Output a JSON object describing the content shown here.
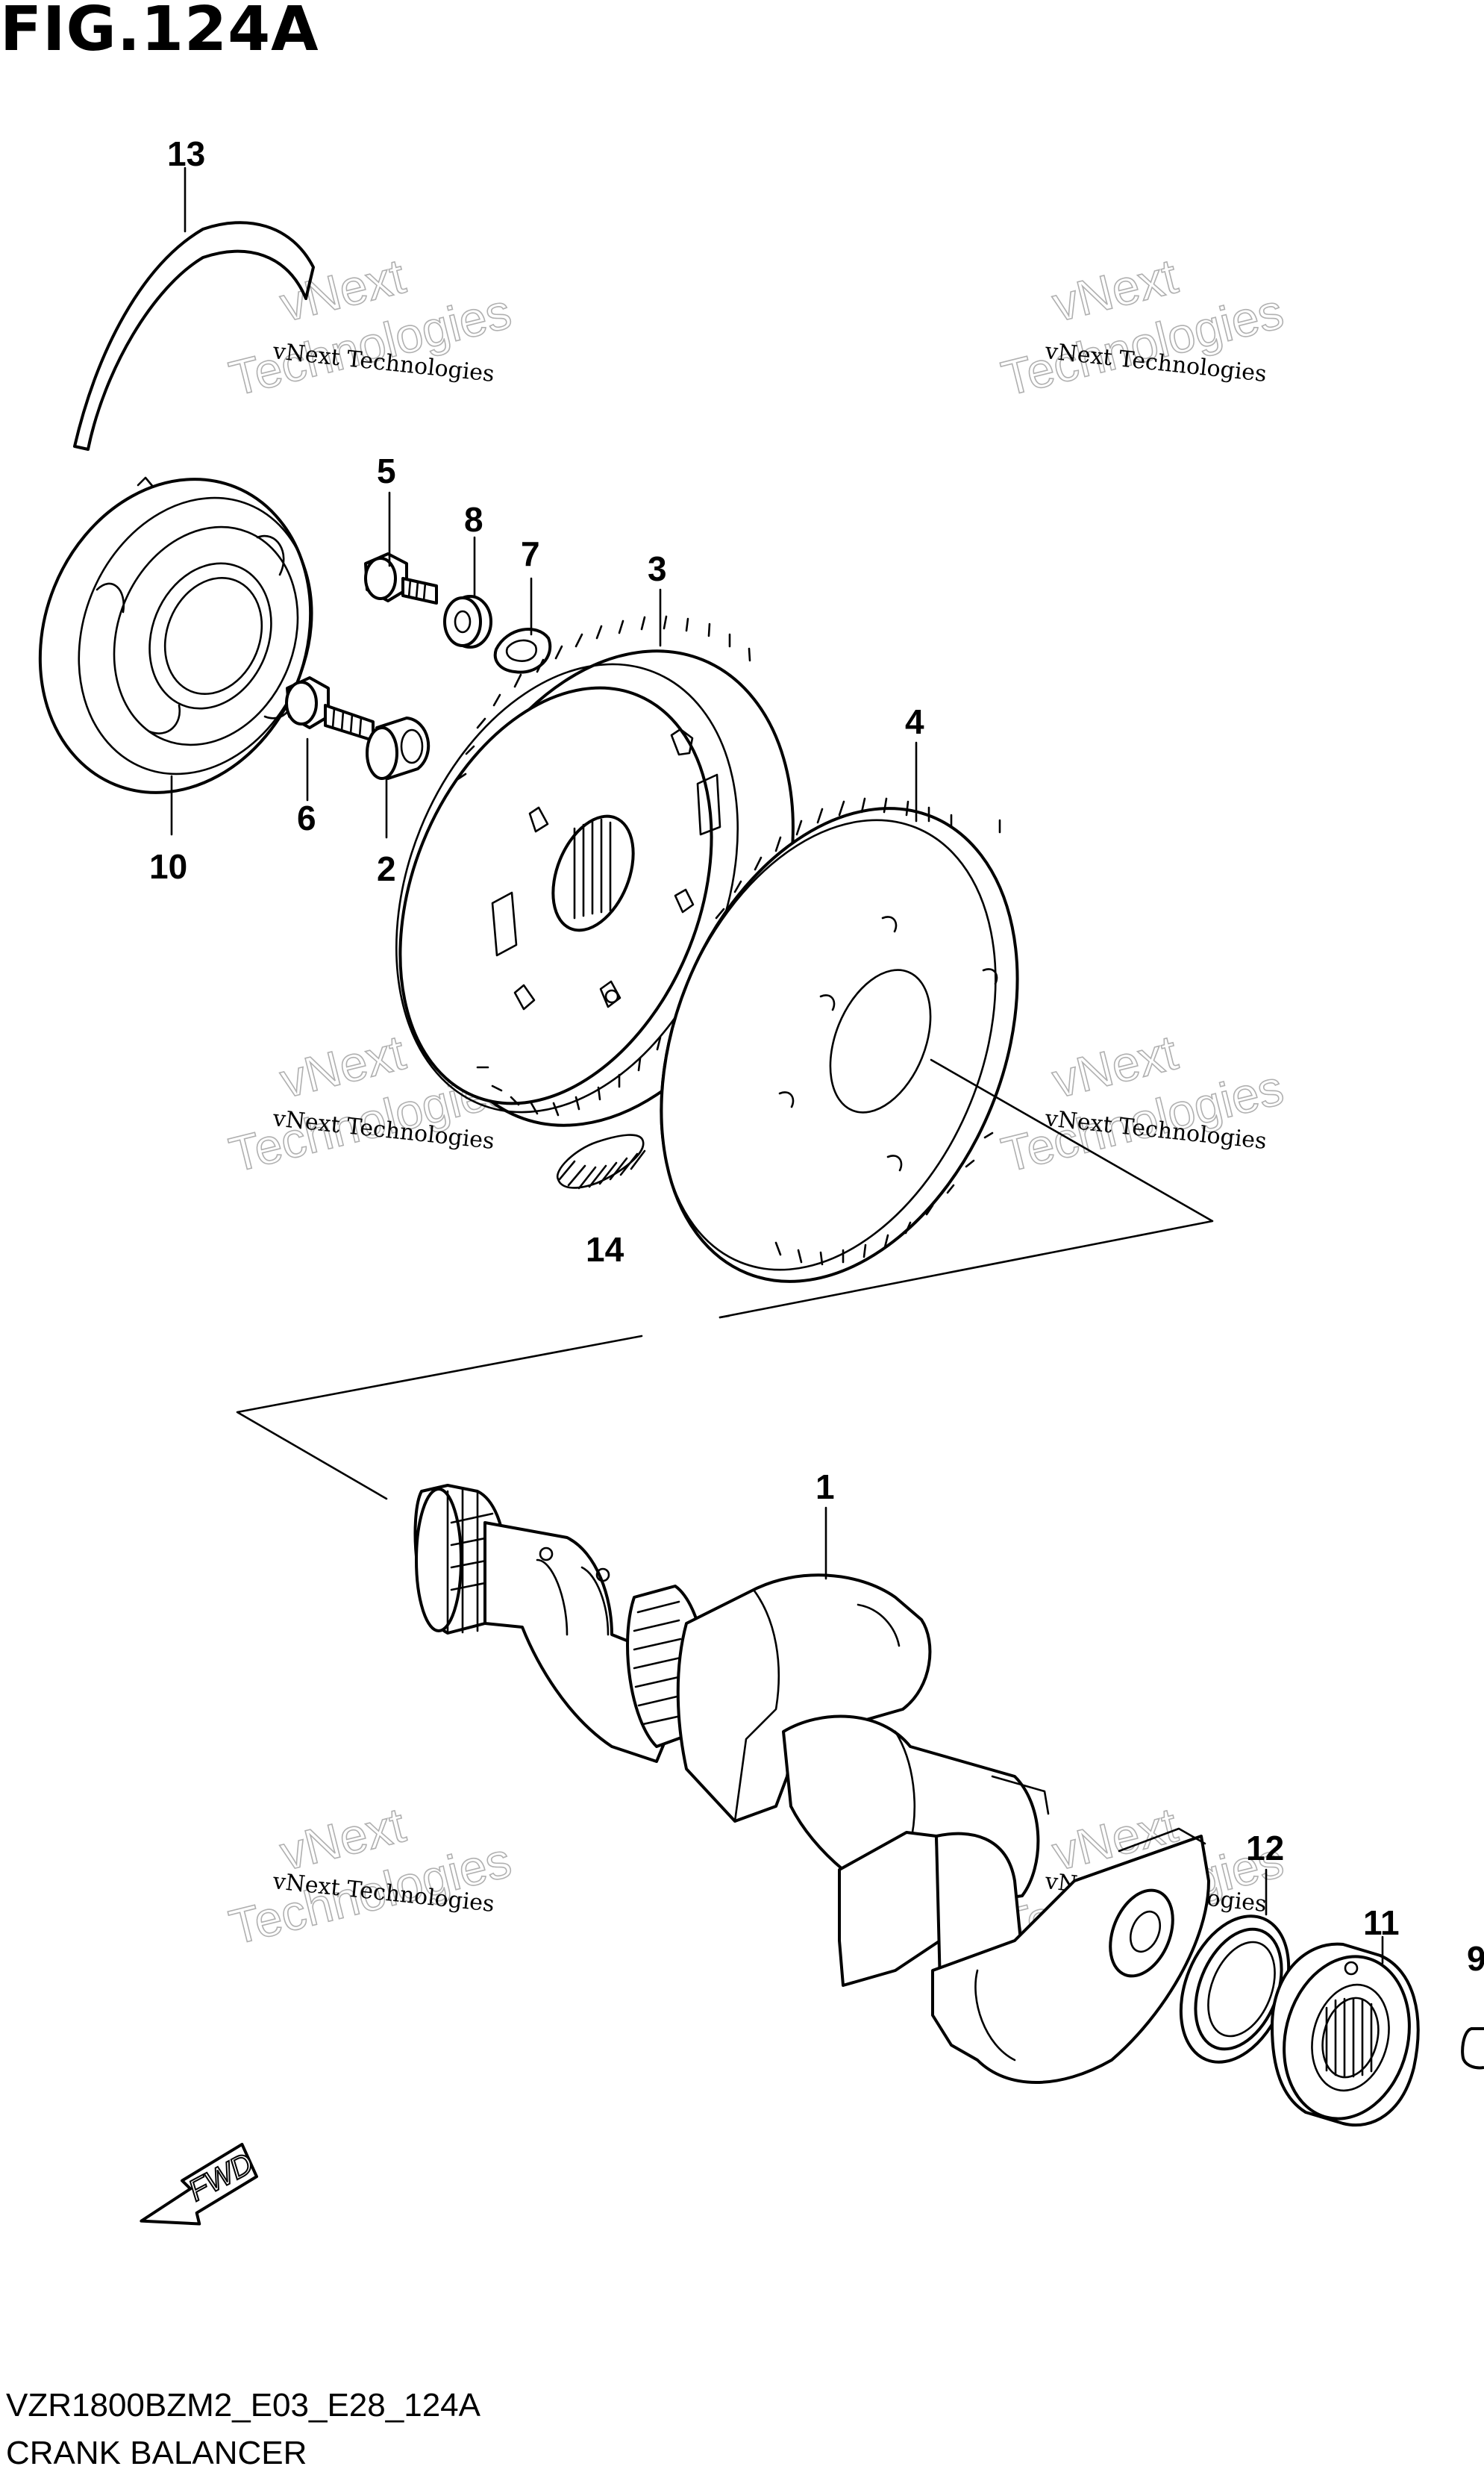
{
  "figure": {
    "title": "FIG.124A",
    "model_code": "VZR1800BZM2_E03_E28_124A",
    "section_name": "CRANK BALANCER"
  },
  "callouts": [
    "1",
    "2",
    "3",
    "4",
    "5",
    "6",
    "7",
    "8",
    "9",
    "10",
    "11",
    "12",
    "13",
    "14"
  ],
  "watermark": {
    "line1": "vNext Technologies",
    "line2": "Technologies",
    "line3": "vNext"
  },
  "fwd_label": "FWD"
}
